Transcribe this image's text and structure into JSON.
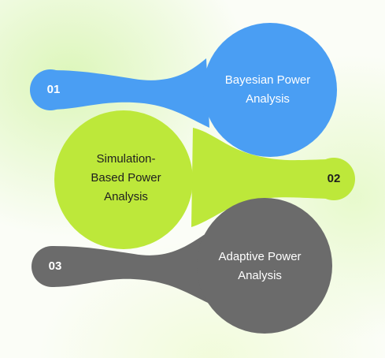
{
  "steps": [
    {
      "number": "01",
      "label": "Bayesian Power Analysis",
      "label_line1": "Bayesian Power",
      "label_line2": "Analysis",
      "color": "#4a9ef3"
    },
    {
      "number": "02",
      "label": "Simulation-Based Power Analysis",
      "label_line1": "Simulation-",
      "label_line2": "Based Power",
      "label_line3": "Analysis",
      "color": "#bde83a"
    },
    {
      "number": "03",
      "label": "Adaptive Power Analysis",
      "label_line1": "Adaptive Power",
      "label_line2": "Analysis",
      "color": "#6b6b6b"
    }
  ],
  "colors": {
    "text_light": "#ffffff",
    "text_dark": "#1f1f1f"
  }
}
